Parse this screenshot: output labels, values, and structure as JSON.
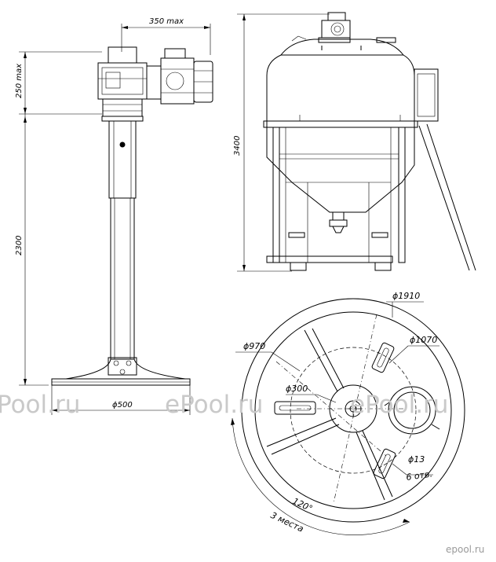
{
  "colors": {
    "line": "#000000",
    "watermark": "#c9c9c9",
    "brand": "#9a9a9a",
    "background": "#ffffff"
  },
  "side_view": {
    "dim_reach": "350 max",
    "dim_drive_height": "250 max",
    "dim_stand_height": "2300",
    "dim_base_dia": "ϕ500"
  },
  "front_view": {
    "dim_total_height": "3400"
  },
  "top_view": {
    "dia_outer": "ϕ1910",
    "dia_inner": "ϕ1070",
    "dia_ring": "ϕ970",
    "dia_hub": "ϕ300",
    "hole_dia": "ϕ13",
    "hole_count": "6 отв.",
    "angle": "120°",
    "places": "3 места"
  },
  "watermark": {
    "left": "Pool.ru",
    "center": "ePool.ru",
    "right": "ePool.ru"
  },
  "brand": "epool.ru"
}
